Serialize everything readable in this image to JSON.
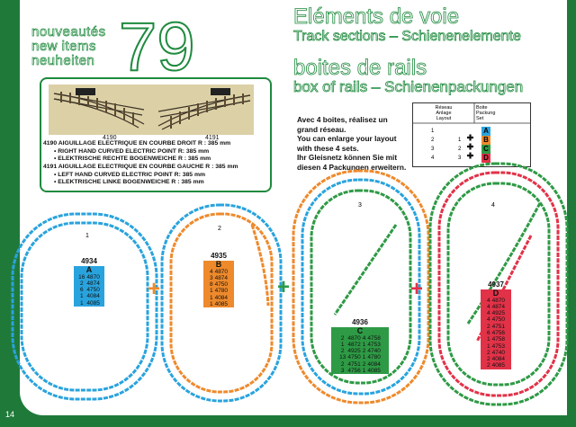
{
  "page_number": "14",
  "nouveautes": [
    "nouveautés",
    "new items",
    "neuheiten"
  ],
  "big_number": "79",
  "headings": {
    "elements": "Eléments de voie",
    "track": "Track sections – Schienenelemente",
    "boites": "boites de rails",
    "box": "box of rails – Schienenpackungen"
  },
  "photo_labels": [
    "4190",
    "4191"
  ],
  "descriptions": [
    "4190 AIGUILLAGE ELECTRIQUE EN COURBE DROIT R : 385 mm",
    "• RIGHT HAND CURVED ELECTRIC POINT R: 385 mm",
    "• ELEKTRISCHE RECHTE BOGENWEICHE R : 385 mm",
    "4191 AIGUILLAGE ELECTRIQUE EN COURBE GAUCHE R : 385 mm",
    "• LEFT HAND CURVED ELECTRIC POINT R: 385 mm",
    "• ELEKTRISCHE LINKE BOGENWEICHE R : 385 mm"
  ],
  "intro": [
    "Avec 4 boites, réalisez un",
    "grand réseau.",
    "You can enlarge your layout",
    "with these 4 sets.",
    "Ihr Gleisnetz können Sie mit",
    "diesen 4 Packungen erweitern."
  ],
  "legend_table": {
    "header_left": [
      "Réseau",
      "Anlage",
      "Layout"
    ],
    "header_right": [
      "Boite",
      "Packung",
      "Set"
    ],
    "rows": [
      "1",
      "2",
      "3",
      "4"
    ],
    "sub_rows": [
      "1",
      "2",
      "3"
    ],
    "letters": [
      "A",
      "B",
      "C",
      "D"
    ],
    "colors": [
      "#29a3dd",
      "#ee8a2c",
      "#2e9a45",
      "#e23248"
    ]
  },
  "layouts": [
    "1",
    "2",
    "3",
    "4"
  ],
  "packs": [
    {
      "code": "4934",
      "letter": "A",
      "color": "#29a3dd",
      "rows": [
        [
          "16",
          "4870"
        ],
        [
          "2",
          "4874"
        ],
        [
          "6",
          "4750"
        ],
        [
          "1",
          "4084"
        ],
        [
          "1",
          "4085"
        ]
      ]
    },
    {
      "code": "4935",
      "letter": "B",
      "color": "#ee8a2c",
      "rows": [
        [
          "4",
          "4870"
        ],
        [
          "3",
          "4874"
        ],
        [
          "8",
          "4750"
        ],
        [
          "1",
          "4780"
        ],
        [
          "1",
          "4084"
        ],
        [
          "1",
          "4085"
        ]
      ]
    },
    {
      "code": "4936",
      "letter": "C",
      "color": "#2e9a45",
      "rows": [
        [
          "2",
          "4870",
          "4",
          "4758"
        ],
        [
          "1",
          "4872",
          "1",
          "4753"
        ],
        [
          "2",
          "4925",
          "2",
          "4740"
        ],
        [
          "13",
          "4750",
          "1",
          "4780"
        ],
        [
          "2",
          "4751",
          "2",
          "4084"
        ],
        [
          "3",
          "4756",
          "1",
          "4085"
        ]
      ]
    },
    {
      "code": "4937",
      "letter": "D",
      "color": "#e23248",
      "rows": [
        [
          "4",
          "4870"
        ],
        [
          "4",
          "4874"
        ],
        [
          "4",
          "4925"
        ],
        [
          "4",
          "4750"
        ],
        [
          "2",
          "4751"
        ],
        [
          "6",
          "4756"
        ],
        [
          "1",
          "4758"
        ],
        [
          "1",
          "4753"
        ],
        [
          "2",
          "4740"
        ],
        [
          "2",
          "4084"
        ],
        [
          "2",
          "4085"
        ]
      ]
    }
  ],
  "plus_signs": [
    {
      "symbol": "+",
      "color": "#ee8a2c"
    },
    {
      "symbol": "+",
      "color": "#2e9a45"
    },
    {
      "symbol": "+",
      "color": "#e23248"
    }
  ]
}
